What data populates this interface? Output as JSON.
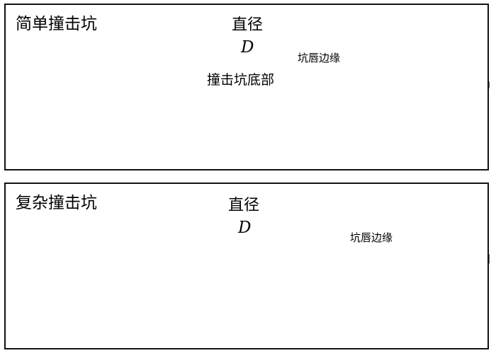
{
  "simple": {
    "title": "简单撞击坑",
    "diameter_label": "直径",
    "d_symbol": "D",
    "rim_label": "坑唇边缘",
    "floor_label": "撞击坑底部"
  },
  "complex": {
    "title": "复杂撞击坑",
    "diameter_label": "直径",
    "d_symbol": "D",
    "rim_label": "坑唇边缘"
  }
}
